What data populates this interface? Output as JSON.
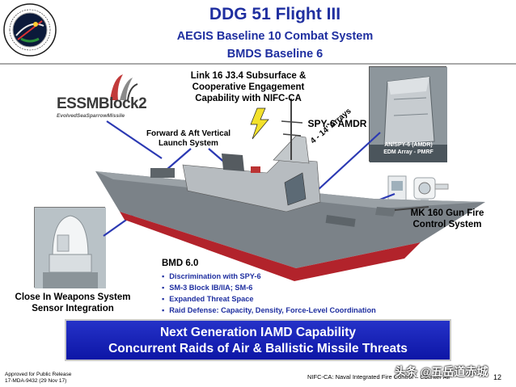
{
  "header": {
    "title": "DDG 51 Flight III",
    "subtitle": "AEGIS Baseline 10 Combat System",
    "subtitle2": "BMDS Baseline 6"
  },
  "seal": {
    "icon": "missile-defense-agency-seal",
    "text_top": "MISSILE DEFENSE AGENCY",
    "text_bottom": "DEPARTMENT OF DEFENSE"
  },
  "labels": {
    "link16": "Link 16 J3.4 Subsurface & Cooperative Engagement Capability with NIFC-CA",
    "spy6": "SPY-6 AMDR",
    "arrays": "4 - 14' Arrays",
    "vls": "Forward  & Aft Vertical Launch System",
    "mk160": "MK 160 Gun Fire Control System",
    "ciws": "Close In Weapons System Sensor Integration"
  },
  "essm": {
    "logo_text": "ESSMBlock2",
    "logo_sub": "EvolvedSeaSparrowMissile"
  },
  "spy_photo": {
    "caption_l1": "AN/SPY-6 (AMDR)",
    "caption_l2": "EDM Array - PMRF"
  },
  "bmd": {
    "title": "BMD 6.0",
    "items": [
      "Discrimination with SPY-6",
      "SM-3 Block IB/IIA; SM-6",
      "Expanded Threat Space",
      "Raid Defense: Capacity, Density, Force-Level Coordination"
    ]
  },
  "banner": {
    "line1": "Next Generation IAMD Capability",
    "line2": "Concurrent Raids of Air & Ballistic Missile Threats"
  },
  "footer": {
    "left_l1": "Approved for Public Release",
    "left_l2": "17-MDA-9432 (29 Nov 17)",
    "right": "NIFC-CA:  Naval Integrated Fire Control – Counter Air",
    "page": "12",
    "watermark": "头条 @五岳道赤城"
  },
  "colors": {
    "title_blue": "#1f2fa0",
    "banner_blue": "#1520b8",
    "hull_gray": "#8a9096",
    "hull_red": "#b2232b",
    "arrow_blue": "#2b39b3"
  }
}
